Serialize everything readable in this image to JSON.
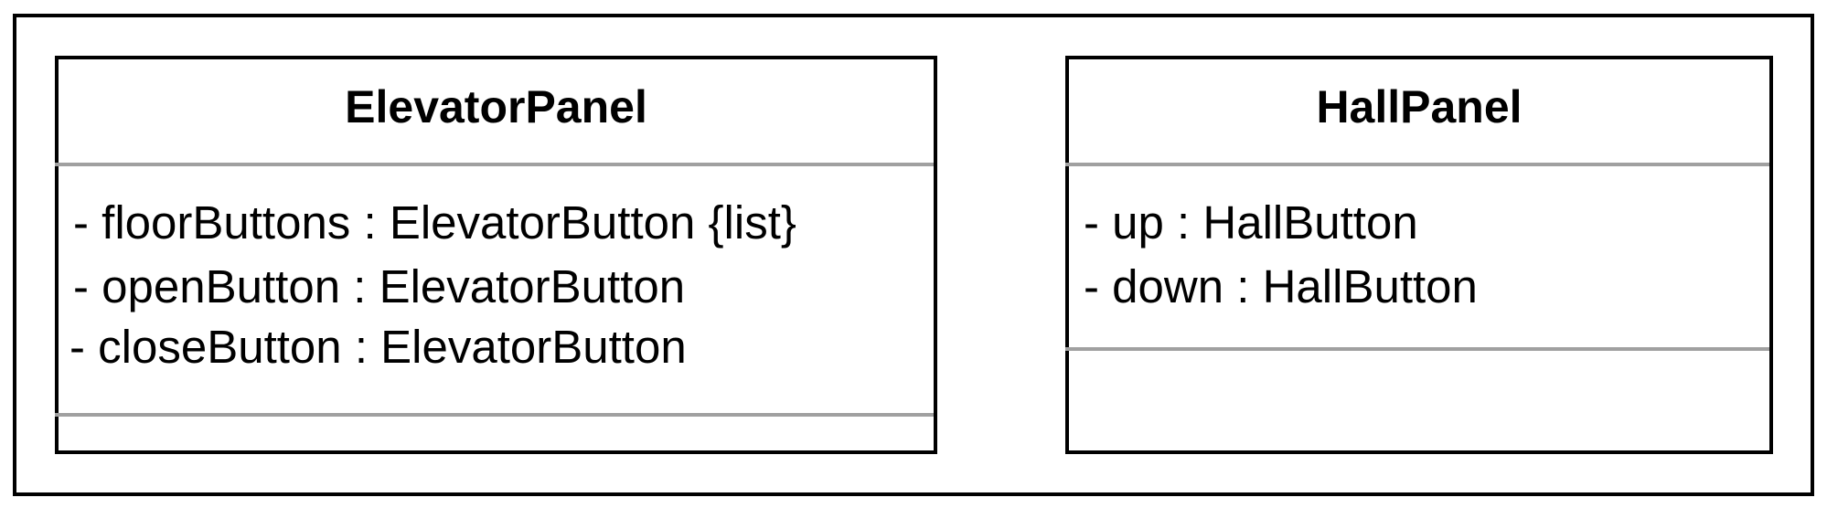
{
  "diagram": {
    "classes": [
      {
        "name": "ElevatorPanel",
        "attributes": [
          "- floorButtons : ElevatorButton {list}",
          "- openButton : ElevatorButton",
          "- closeButton : ElevatorButton"
        ],
        "methods": []
      },
      {
        "name": "HallPanel",
        "attributes": [
          "- up : HallButton",
          "- down : HallButton"
        ],
        "methods": []
      }
    ]
  }
}
